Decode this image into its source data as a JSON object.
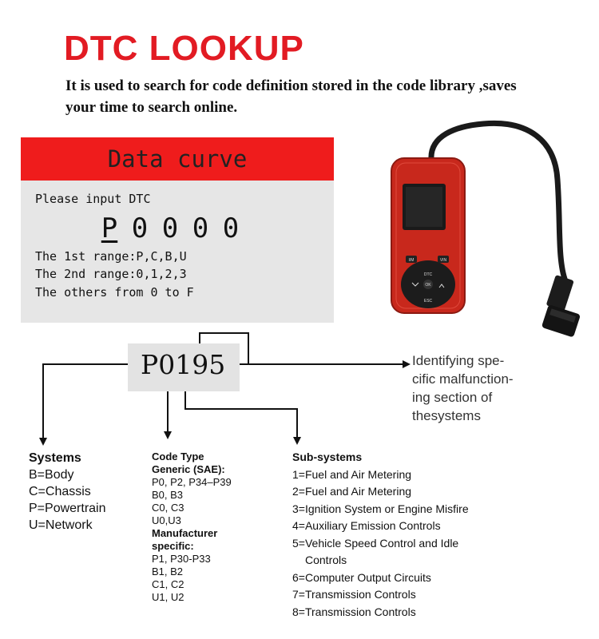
{
  "header": {
    "title": "DTC LOOKUP",
    "subtitle": "It is used to search for code definition stored in the code library ,saves your time to search online."
  },
  "screen": {
    "header": "Data curve",
    "prompt": "Please input DTC",
    "code_chars": [
      "P",
      "0",
      "0",
      "0",
      "0"
    ],
    "range1": "The 1st range:P,C,B,U",
    "range2": "The 2nd range:0,1,2,3",
    "range3": "The others from 0 to F"
  },
  "device": {
    "buttons": [
      "I/M",
      "VIN",
      "DTC",
      "OK",
      "ESC"
    ],
    "body_color": "#c8281c"
  },
  "diagram": {
    "code": "P0195",
    "identify_lines": [
      "Identifying spe-",
      "cific malfunction-",
      "ing section of",
      "thesystems"
    ],
    "systems": {
      "heading": "Systems",
      "items": [
        "B=Body",
        "C=Chassis",
        "P=Powertrain",
        "U=Network"
      ]
    },
    "code_type": {
      "heading1": "Code Type",
      "heading2": "Generic (SAE):",
      "generic": [
        "P0, P2, P34–P39",
        "B0, B3",
        "C0, C3",
        "U0,U3"
      ],
      "heading3": "Manufacturer",
      "heading4": "specific:",
      "manufacturer": [
        "P1, P30-P33",
        "B1, B2",
        "C1, C2",
        "U1, U2"
      ]
    },
    "subsystems": {
      "heading": "Sub-systems",
      "items": [
        "1=Fuel and Air Metering",
        "2=Fuel and Air Metering",
        "3=Ignition System or Engine Misfire",
        "4=Auxiliary Emission Controls",
        "5=Vehicle Speed Control and Idle",
        "Controls",
        "6=Computer Output Circuits",
        "7=Transmission Controls",
        "8=Transmission Controls"
      ]
    }
  },
  "colors": {
    "accent": "#e21b23",
    "panel_header": "#ef1c1c",
    "panel_bg": "#e6e6e6"
  }
}
